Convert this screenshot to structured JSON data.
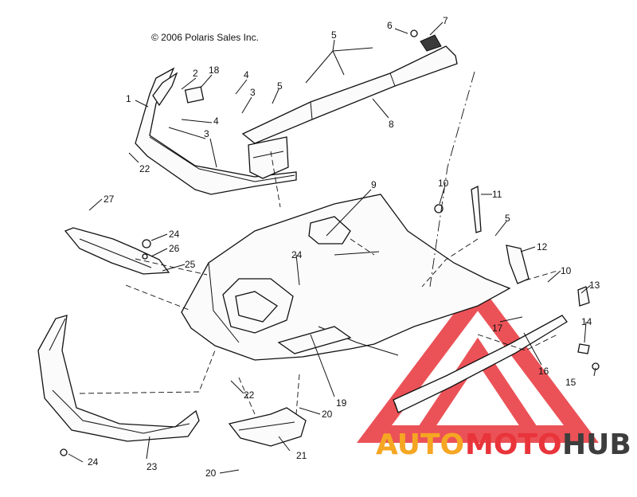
{
  "copyright": "© 2006 Polaris Sales Inc.",
  "callouts": {
    "c1": "1",
    "c2": "2",
    "c3a": "3",
    "c3b": "3",
    "c4a": "4",
    "c4b": "4",
    "c5a": "5",
    "c5b": "5",
    "c5c": "5",
    "c6": "6",
    "c7": "7",
    "c8": "8",
    "c9": "9",
    "c10a": "10",
    "c10b": "10",
    "c11": "11",
    "c12": "12",
    "c13": "13",
    "c14": "14",
    "c15": "15",
    "c16": "16",
    "c17": "17",
    "c18": "18",
    "c19": "19",
    "c20a": "20",
    "c20b": "20",
    "c21": "21",
    "c22a": "22",
    "c22b": "22",
    "c23": "23",
    "c24a": "24",
    "c24b": "24",
    "c24c": "24",
    "c25": "25",
    "c26": "26",
    "c27": "27"
  },
  "watermark": {
    "word1": "AUTO",
    "word2": "MOTO",
    "word3": "HUB",
    "color_orange": "#f5a623",
    "color_red": "#e8343a",
    "color_dark": "#3d3d3d"
  },
  "colors": {
    "line": "#111111",
    "fill": "#fbfbfb"
  }
}
